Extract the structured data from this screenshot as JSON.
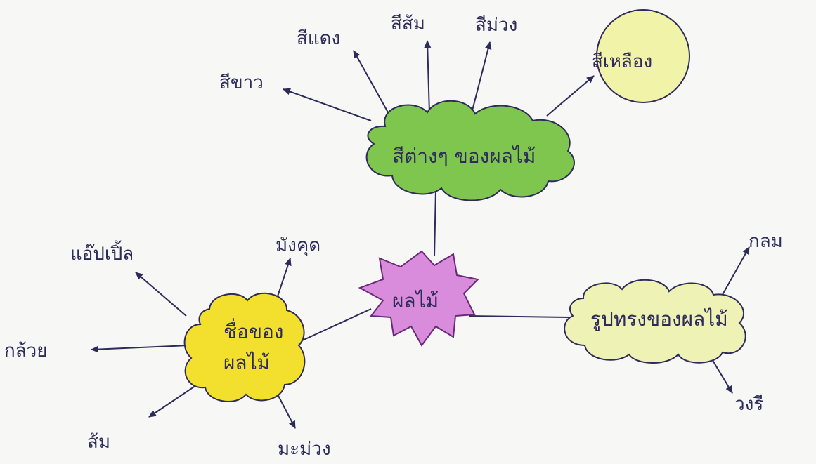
{
  "center": {
    "label": "ผลไม้",
    "color": "#d98bdc"
  },
  "colors_node": {
    "label": "สีต่างๆ ของผลไม้",
    "color": "#7ec64e"
  },
  "names_node": {
    "label_line1": "ชื่อของ",
    "label_line2": "ผลไม้",
    "color": "#f2df2e"
  },
  "shapes_node": {
    "label": "รูปทรงของผลไม้",
    "color": "#eef2b5"
  },
  "colors": {
    "white": "สีขาว",
    "red": "สีแดง",
    "orange": "สีส้ม",
    "purple": "สีม่วง",
    "yellow": {
      "label": "สีเหลือง",
      "color": "#f0f3a8"
    }
  },
  "names": {
    "apple": "แอ๊ปเปิ้ล",
    "mangosteen": "มังคุด",
    "banana": "กล้วย",
    "orange": "ส้ม",
    "mango": "มะม่วง"
  },
  "shapes": {
    "round": "กลม",
    "oval": "วงรี"
  },
  "line_color": "#2e2a5a"
}
